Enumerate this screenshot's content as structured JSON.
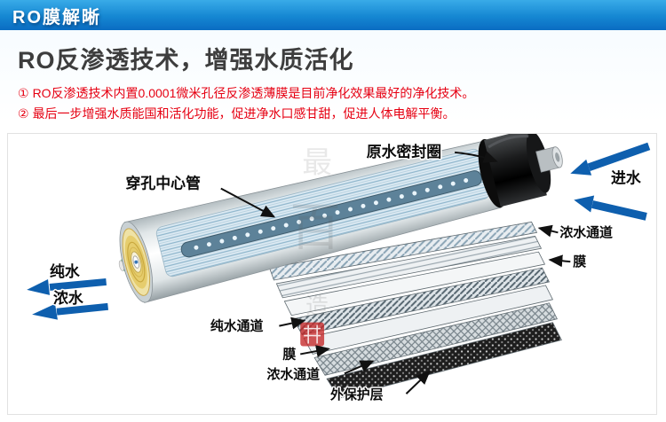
{
  "header": {
    "brand": "RO膜解晰"
  },
  "intro": {
    "title": "RO反渗透技术，增强水质活化",
    "points": [
      {
        "num": "①",
        "text": "RO反渗透技术内置0.0001微米孔径反渗透薄膜是目前净化效果最好的净化技术。"
      },
      {
        "num": "②",
        "text": "最后一步增强水质能国和活化功能，促进净水口感甘甜，促进人体电解平衡。"
      }
    ]
  },
  "diagram": {
    "labels": {
      "seal_ring": "原水密封圈",
      "water_in": "进水",
      "center_tube": "穿孔中心管",
      "pure_water": "纯水",
      "concentrate_water": "浓水",
      "concentrate_channel_right": "浓水通道",
      "membrane_right": "膜",
      "pure_water_channel": "纯水通道",
      "membrane_bottom": "膜",
      "concentrate_channel_bottom": "浓水通道",
      "outer_protective_layer": "外保护层"
    },
    "watermark": {
      "chars": [
        "最",
        "百",
        "造"
      ]
    }
  },
  "colors": {
    "header_blue_top": "#39abe8",
    "header_blue_bottom": "#0a6cc2",
    "point_red": "#e60012",
    "arrow_blue": "#0e5fae",
    "label_black": "#0b0b0b"
  }
}
